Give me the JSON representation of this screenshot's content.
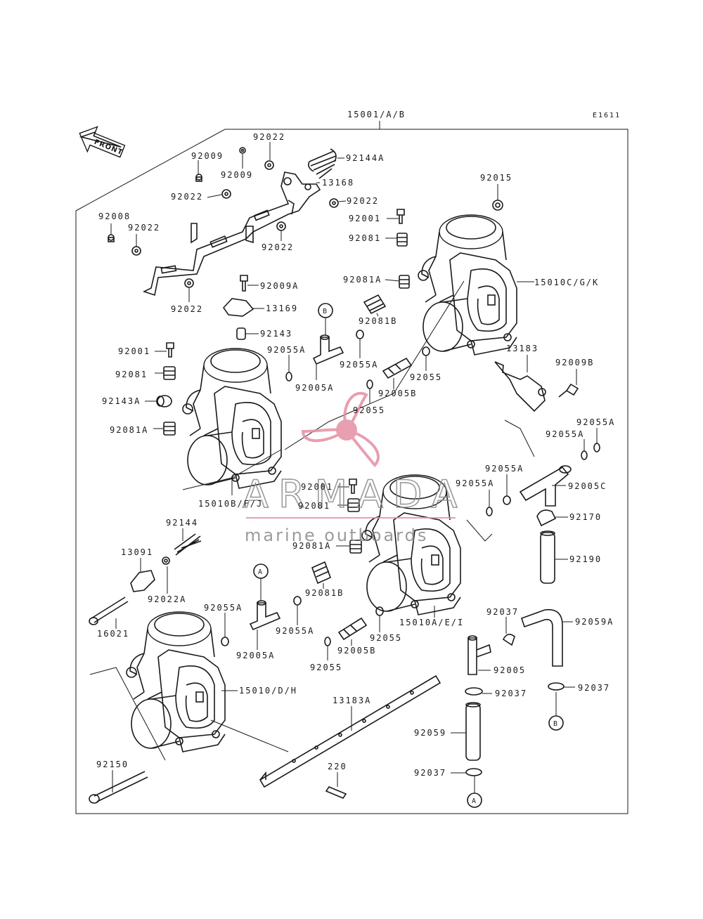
{
  "header": {
    "main_assembly": "15001/A/B",
    "figure_code": "E1611",
    "front_label": "FRONT"
  },
  "watermark": {
    "brand": "ARMADA",
    "tagline": "marine outboards"
  },
  "colors": {
    "line": "#1a1a1a",
    "watermark_pink": "#e58fa3",
    "watermark_gray": "#8a8a8a"
  },
  "refs": {
    "a": "A",
    "b": "B"
  },
  "labels": [
    {
      "id": "l1",
      "text": "92022"
    },
    {
      "id": "l2",
      "text": "92009"
    },
    {
      "id": "l3",
      "text": "92009"
    },
    {
      "id": "l4",
      "text": "92144A"
    },
    {
      "id": "l5",
      "text": "13168"
    },
    {
      "id": "l6",
      "text": "92022"
    },
    {
      "id": "l7",
      "text": "92022"
    },
    {
      "id": "l8",
      "text": "92015"
    },
    {
      "id": "l9",
      "text": "92008"
    },
    {
      "id": "l10",
      "text": "92022"
    },
    {
      "id": "l11",
      "text": "92022"
    },
    {
      "id": "l12",
      "text": "92001"
    },
    {
      "id": "l13",
      "text": "92081"
    },
    {
      "id": "l14",
      "text": "92022"
    },
    {
      "id": "l15",
      "text": "92009A"
    },
    {
      "id": "l16",
      "text": "92081A"
    },
    {
      "id": "l17",
      "text": "15010C/G/K"
    },
    {
      "id": "l18",
      "text": "13169"
    },
    {
      "id": "l19",
      "text": "92081B"
    },
    {
      "id": "l20",
      "text": "92143"
    },
    {
      "id": "l21",
      "text": "92001"
    },
    {
      "id": "l22",
      "text": "92055A"
    },
    {
      "id": "l23",
      "text": "92055A"
    },
    {
      "id": "l24",
      "text": "92055"
    },
    {
      "id": "l25",
      "text": "92081"
    },
    {
      "id": "l26",
      "text": "92005A"
    },
    {
      "id": "l27",
      "text": "92005B"
    },
    {
      "id": "l28",
      "text": "13183"
    },
    {
      "id": "l29",
      "text": "92009B"
    },
    {
      "id": "l30",
      "text": "92143A"
    },
    {
      "id": "l31",
      "text": "92055"
    },
    {
      "id": "l32",
      "text": "92081A"
    },
    {
      "id": "l33",
      "text": "92055A"
    },
    {
      "id": "l34",
      "text": "92055A"
    },
    {
      "id": "l35",
      "text": "92055A"
    },
    {
      "id": "l36",
      "text": "15010B/F/J"
    },
    {
      "id": "l37",
      "text": "92001"
    },
    {
      "id": "l38",
      "text": "92081"
    },
    {
      "id": "l39",
      "text": "92055A"
    },
    {
      "id": "l40",
      "text": "92005C"
    },
    {
      "id": "l41",
      "text": "92170"
    },
    {
      "id": "l42",
      "text": "92144"
    },
    {
      "id": "l43",
      "text": "92081A"
    },
    {
      "id": "l44",
      "text": "13091"
    },
    {
      "id": "l45",
      "text": "92190"
    },
    {
      "id": "l46",
      "text": "92022A"
    },
    {
      "id": "l47",
      "text": "92081B"
    },
    {
      "id": "l48",
      "text": "92055A"
    },
    {
      "id": "l49",
      "text": "15010A/E/I"
    },
    {
      "id": "l50",
      "text": "92037"
    },
    {
      "id": "l51",
      "text": "92059A"
    },
    {
      "id": "l52",
      "text": "16021"
    },
    {
      "id": "l53",
      "text": "92055A"
    },
    {
      "id": "l54",
      "text": "92005B"
    },
    {
      "id": "l55",
      "text": "92055"
    },
    {
      "id": "l56",
      "text": "92005A"
    },
    {
      "id": "l57",
      "text": "92055"
    },
    {
      "id": "l58",
      "text": "92005"
    },
    {
      "id": "l59",
      "text": "15010/D/H"
    },
    {
      "id": "l60",
      "text": "92037"
    },
    {
      "id": "l61",
      "text": "92037"
    },
    {
      "id": "l62",
      "text": "13183A"
    },
    {
      "id": "l63",
      "text": "92059"
    },
    {
      "id": "l64",
      "text": "92150"
    },
    {
      "id": "l65",
      "text": "220"
    },
    {
      "id": "l66",
      "text": "92037"
    }
  ]
}
